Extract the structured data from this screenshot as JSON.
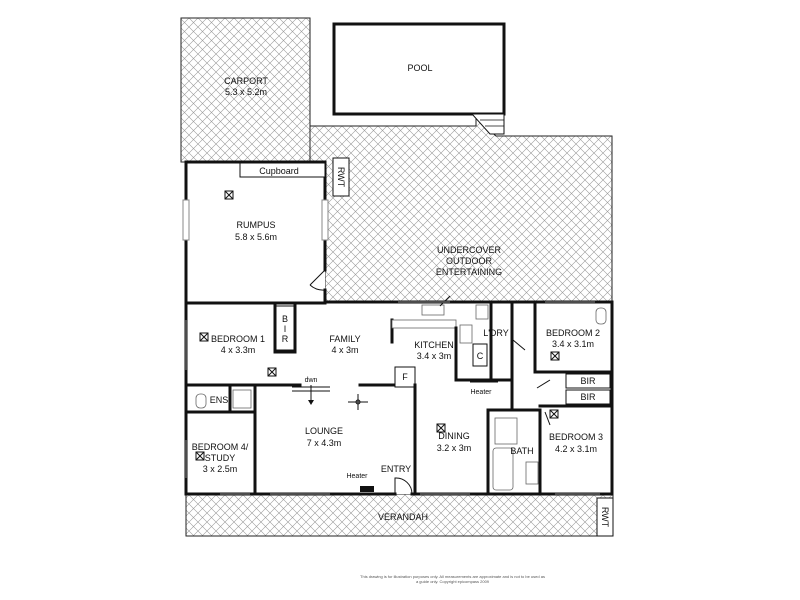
{
  "rooms": {
    "carport": {
      "name": "CARPORT",
      "size": "5.3 x 5.2m"
    },
    "pool": {
      "name": "POOL"
    },
    "rwt_top": {
      "name": "RWT"
    },
    "cupboard": {
      "name": "Cupboard"
    },
    "rumpus": {
      "name": "RUMPUS",
      "size": "5.8 x 5.6m"
    },
    "outdoor": {
      "line1": "UNDERCOVER",
      "line2": "OUTDOOR",
      "line3": "ENTERTAINING"
    },
    "bedroom1": {
      "name": "BEDROOM 1",
      "size": "4 x 3.3m"
    },
    "bir1": {
      "line1": "B",
      "line2": "I",
      "line3": "R"
    },
    "family": {
      "name": "FAMILY",
      "size": "4 x 3m"
    },
    "kitchen": {
      "name": "KITCHEN",
      "size": "3.4 x 3m"
    },
    "c": {
      "name": "C"
    },
    "laundry": {
      "name": "L'DRY"
    },
    "bedroom2": {
      "name": "BEDROOM 2",
      "size": "3.4 x 3.1m"
    },
    "bir2": {
      "name": "BIR"
    },
    "bir3": {
      "name": "BIR"
    },
    "ens": {
      "name": "ENS"
    },
    "dwn": {
      "name": "dwn"
    },
    "f": {
      "name": "F"
    },
    "heater_k": {
      "name": "Heater"
    },
    "lounge": {
      "name": "LOUNGE",
      "size": "7 x 4.3m"
    },
    "dining": {
      "name": "DINING",
      "size": "3.2 x 3m"
    },
    "bath": {
      "name": "BATH"
    },
    "bedroom3": {
      "name": "BEDROOM 3",
      "size": "4.2 x 3.1m"
    },
    "bedroom4": {
      "line1": "BEDROOM 4/",
      "line2": "STUDY",
      "size": "3 x 2.5m"
    },
    "heater_l": {
      "name": "Heater"
    },
    "entry": {
      "name": "ENTRY"
    },
    "verandah": {
      "name": "VERANDAH"
    },
    "rwt_bottom": {
      "name": "RWT"
    }
  },
  "footnote": "This drawing is for illustration purposes only. All measurements are approximate and is not to be used as a guide only. Copyright epicompass 2009",
  "colors": {
    "wall": "#111111",
    "hatch": "#9a9a9a",
    "background": "#ffffff"
  }
}
